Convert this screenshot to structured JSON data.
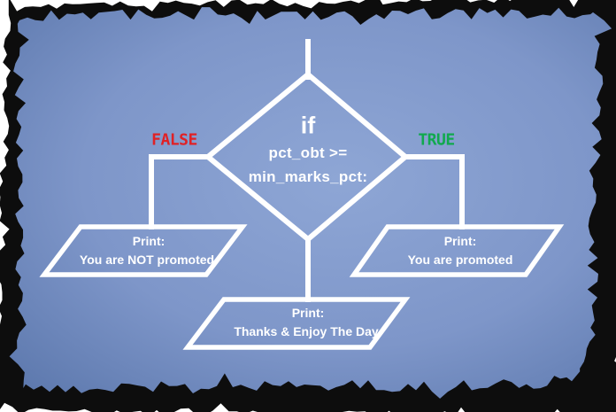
{
  "colors": {
    "page_bg": "#ffffff",
    "torn_edge": "#0d0d0d",
    "bg_center": "#8ea6d5",
    "bg_mid": "#7e96c9",
    "bg_edge": "#5a76ab",
    "shape_stroke": "#ffffff",
    "text": "#ffffff",
    "false_label": "#e02125",
    "true_label": "#10a94e"
  },
  "decision": {
    "keyword": "if",
    "condition_lines": [
      "pct_obt >=",
      "min_marks_pct:"
    ]
  },
  "branch_labels": {
    "false": "FALSE",
    "true": "TRUE"
  },
  "outputs": {
    "false_branch": {
      "line1": "Print:",
      "line2": "You are NOT promoted"
    },
    "true_branch": {
      "line1": "Print:",
      "line2": "You are promoted"
    },
    "end": {
      "line1": "Print:",
      "line2": "Thanks & Enjoy The Day"
    }
  }
}
